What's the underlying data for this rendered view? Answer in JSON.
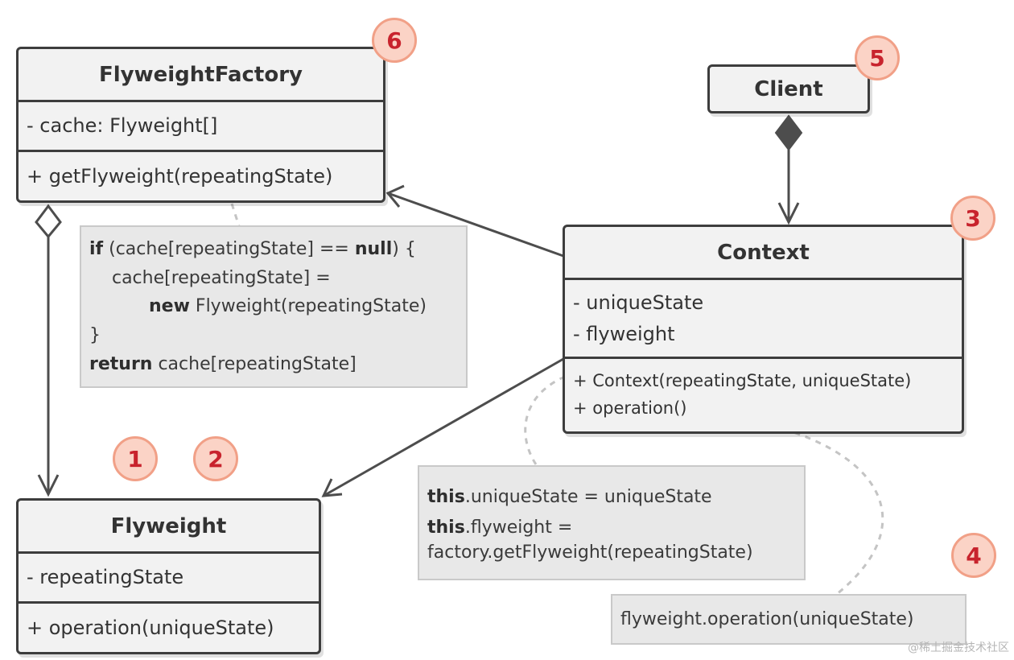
{
  "classes": {
    "flyweight_factory": {
      "name": "FlyweightFactory",
      "fields": [
        "- cache: Flyweight[]"
      ],
      "methods": [
        "+ getFlyweight(repeatingState)"
      ]
    },
    "client": {
      "name": "Client"
    },
    "context": {
      "name": "Context",
      "fields": [
        "- uniqueState",
        "- flyweight"
      ],
      "methods": [
        "+ Context(repeatingState, uniqueState)",
        "+ operation()"
      ]
    },
    "flyweight": {
      "name": "Flyweight",
      "fields": [
        "- repeatingState"
      ],
      "methods": [
        "+ operation(uniqueState)"
      ]
    }
  },
  "notes": {
    "factory_code": {
      "l1_kw": "if",
      "l1_a": " (cache[repeatingState] == ",
      "l1_kw2": "null",
      "l1_b": ") {",
      "l2": "    cache[repeatingState] =",
      "l3_kw": "new",
      "l3_b": " Flyweight(repeatingState)",
      "l4": "}",
      "l5_kw": "return",
      "l5_b": " cache[repeatingState]"
    },
    "context_code": {
      "l1_kw": "this",
      "l1_b": ".uniqueState = uniqueState",
      "l2_kw": "this",
      "l2_b": ".flyweight =",
      "l3": "factory.getFlyweight(repeatingState)"
    },
    "operation_code": {
      "l1": "flyweight.operation(uniqueState)"
    }
  },
  "badges": [
    "1",
    "2",
    "3",
    "4",
    "5",
    "6"
  ],
  "watermark": "@稀土掘金技术社区",
  "colors": {
    "box_fill": "#f2f2f2",
    "box_border": "#3d3d3d",
    "note_fill": "#e8e8e8",
    "badge_fill": "#fbd3c6",
    "badge_text": "#c8232d"
  }
}
